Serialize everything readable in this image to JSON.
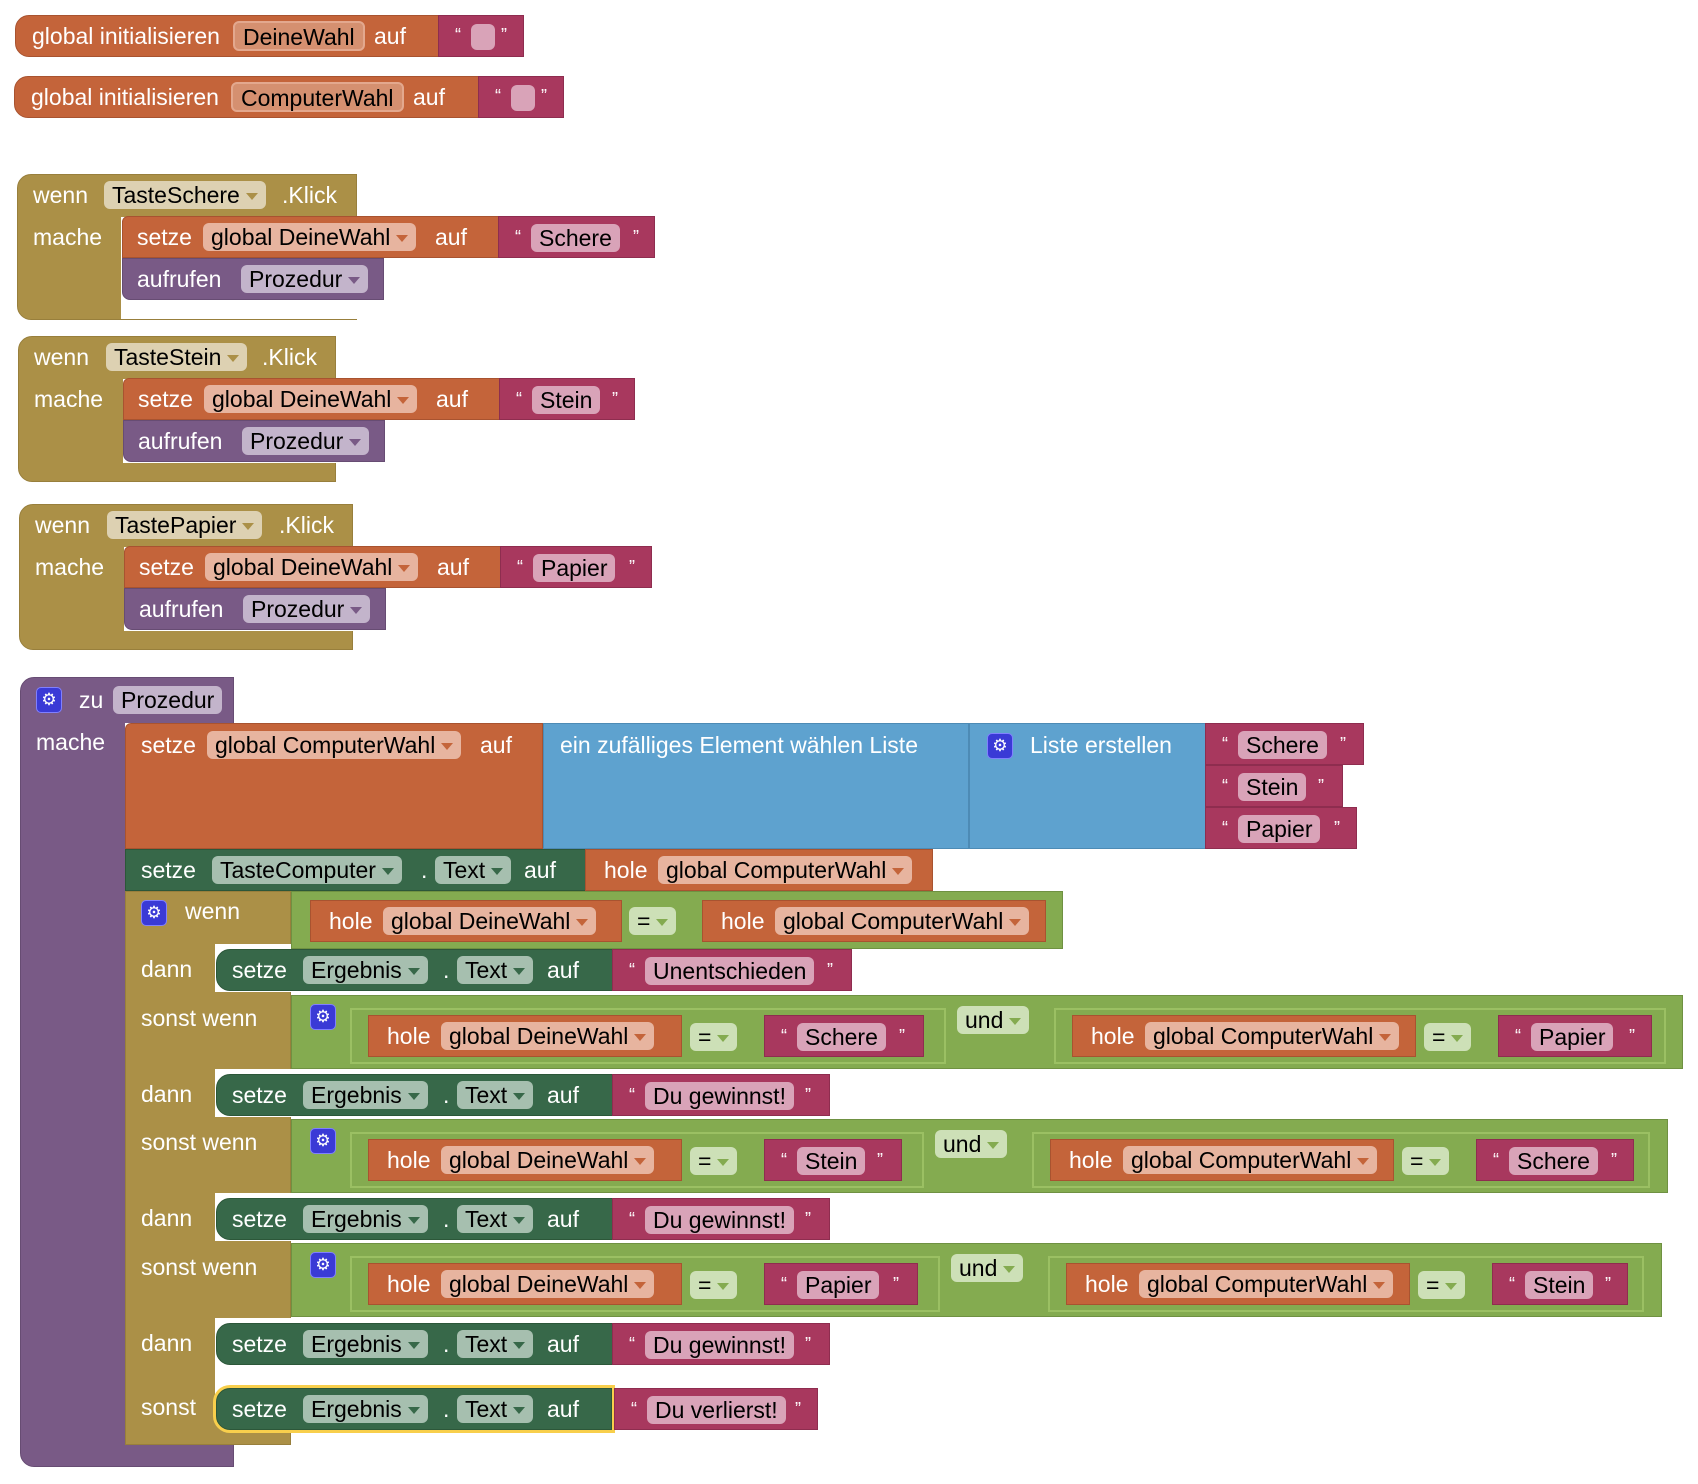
{
  "globals": [
    {
      "prefix": "global initialisieren",
      "name": "DeineWahl",
      "suffix": "auf",
      "value": ""
    },
    {
      "prefix": "global initialisieren",
      "name": "ComputerWahl",
      "suffix": "auf",
      "value": ""
    }
  ],
  "quote_open": "“",
  "quote_close": "”",
  "events": [
    {
      "when": "wenn",
      "component": "TasteSchere",
      "event": ".Klick",
      "do": "mache",
      "set": {
        "keyword": "setze",
        "var": "global DeineWahl",
        "to": "auf",
        "value": "Schere"
      },
      "call": {
        "keyword": "aufrufen",
        "proc": "Prozedur"
      }
    },
    {
      "when": "wenn",
      "component": "TasteStein",
      "event": ".Klick",
      "do": "mache",
      "set": {
        "keyword": "setze",
        "var": "global DeineWahl",
        "to": "auf",
        "value": "Stein"
      },
      "call": {
        "keyword": "aufrufen",
        "proc": "Prozedur"
      }
    },
    {
      "when": "wenn",
      "component": "TastePapier",
      "event": ".Klick",
      "do": "mache",
      "set": {
        "keyword": "setze",
        "var": "global DeineWahl",
        "to": "auf",
        "value": "Papier"
      },
      "call": {
        "keyword": "aufrufen",
        "proc": "Prozedur"
      }
    }
  ],
  "procedure": {
    "to": "zu",
    "name": "Prozedur",
    "do": "mache",
    "set_computer": {
      "keyword": "setze",
      "var": "global ComputerWahl",
      "to": "auf",
      "random_label": "ein zufälliges Element wählen  Liste",
      "make_list": "Liste erstellen",
      "items": [
        "Schere",
        "Stein",
        "Papier"
      ]
    },
    "set_button": {
      "keyword": "setze",
      "component": "TasteComputer",
      "dot": ".",
      "prop": "Text",
      "to": "auf",
      "get": "hole",
      "var": "global ComputerWahl"
    },
    "if_block": {
      "if": "wenn",
      "then": "dann",
      "elseif": "sonst wenn",
      "else": "sonst",
      "cond0": {
        "get": "hole",
        "left": "global DeineWahl",
        "op": "=",
        "right_get": "hole",
        "right": "global ComputerWahl"
      },
      "then0": {
        "keyword": "setze",
        "component": "Ergebnis",
        "dot": ".",
        "prop": "Text",
        "to": "auf",
        "value": "Unentschieden"
      },
      "elseifs": [
        {
          "and": "und",
          "get": "hole",
          "left_var": "global DeineWahl",
          "op": "=",
          "left_val": "Schere",
          "right_var": "global ComputerWahl",
          "right_val": "Papier",
          "then": {
            "keyword": "setze",
            "component": "Ergebnis",
            "dot": ".",
            "prop": "Text",
            "to": "auf",
            "value": "Du gewinnst!"
          }
        },
        {
          "and": "und",
          "get": "hole",
          "left_var": "global DeineWahl",
          "op": "=",
          "left_val": "Stein",
          "right_var": "global ComputerWahl",
          "right_val": "Schere",
          "then": {
            "keyword": "setze",
            "component": "Ergebnis",
            "dot": ".",
            "prop": "Text",
            "to": "auf",
            "value": "Du gewinnst!"
          }
        },
        {
          "and": "und",
          "get": "hole",
          "left_var": "global DeineWahl",
          "op": "=",
          "left_val": "Papier",
          "right_var": "global ComputerWahl",
          "right_val": "Stein",
          "then": {
            "keyword": "setze",
            "component": "Ergebnis",
            "dot": ".",
            "prop": "Text",
            "to": "auf",
            "value": "Du gewinnst!"
          }
        }
      ],
      "else_do": {
        "keyword": "setze",
        "component": "Ergebnis",
        "dot": ".",
        "prop": "Text",
        "to": "auf",
        "value": "Du verlierst!"
      }
    }
  },
  "colors": {
    "variables": "#c4643a",
    "text": "#a8385e",
    "control": "#ab9047",
    "procedures": "#795a86",
    "components": "#376849",
    "logic": "#84ab50",
    "lists": "#5ea2cf",
    "selection": "#f8cf4c"
  }
}
